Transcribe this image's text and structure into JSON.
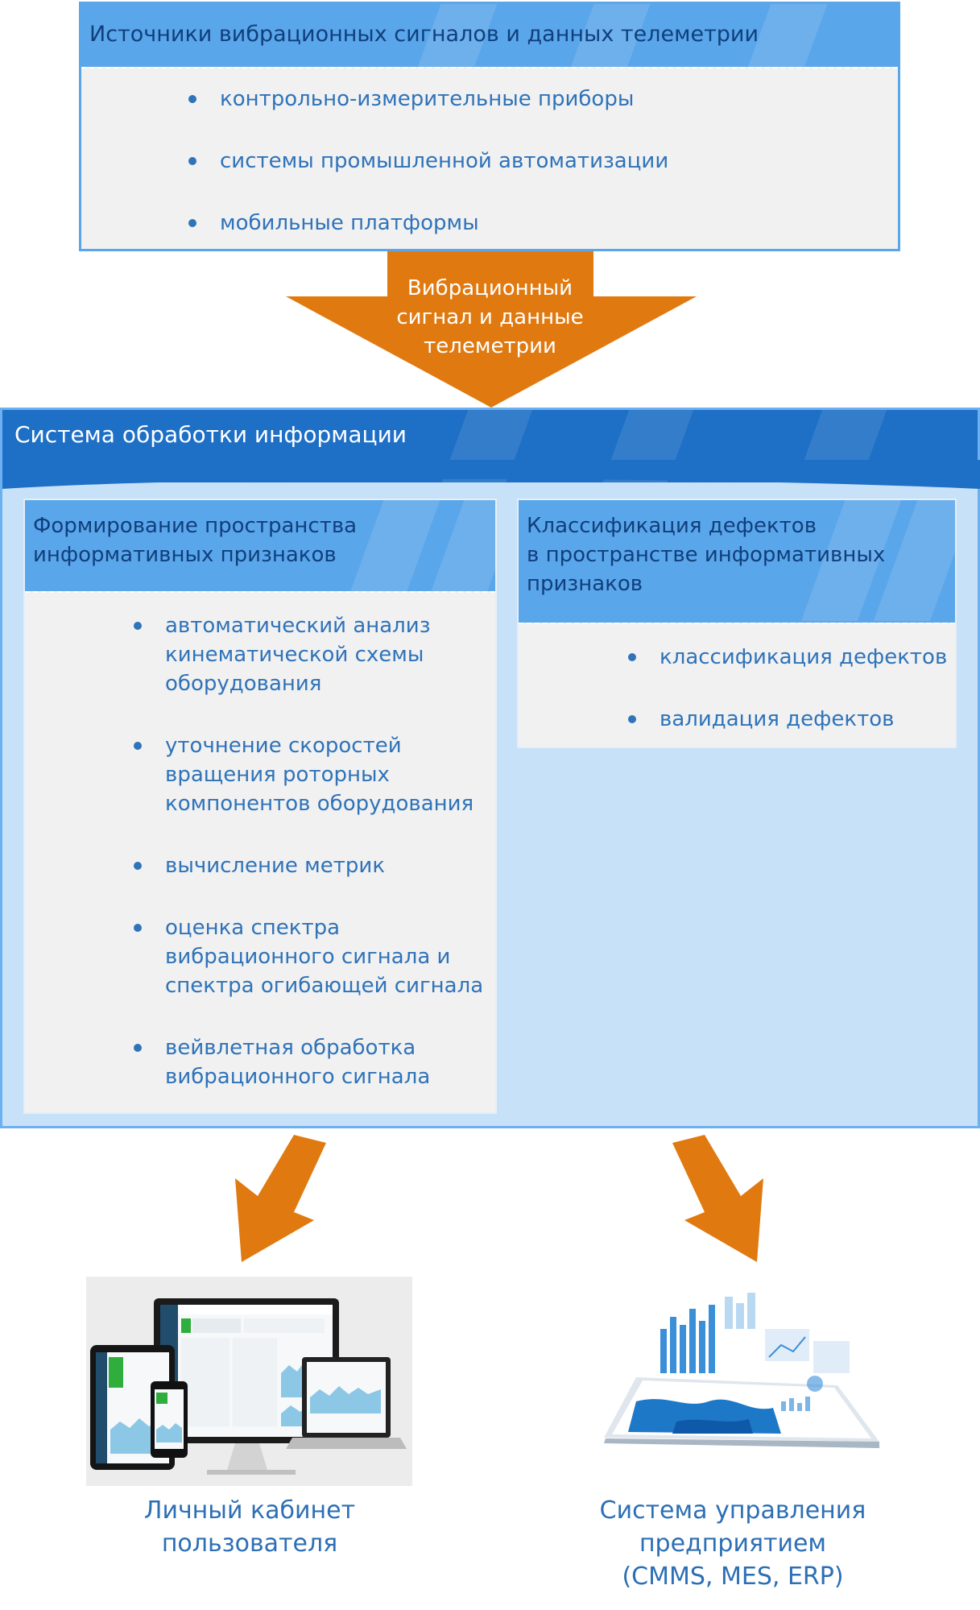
{
  "sources": {
    "title": "Источники вибрационных сигналов и данных телеметрии",
    "items": [
      "контрольно-измерительные приборы",
      "системы промышленной автоматизации",
      "мобильные платформы"
    ]
  },
  "arrow_top": {
    "line1": "Вибрационный",
    "line2": "сигнал и данные",
    "line3": "телеметрии"
  },
  "processing": {
    "title": "Система обработки информации",
    "left_card": {
      "title_line1": "Формирование пространства",
      "title_line2": "информативных признаков",
      "items": [
        [
          "автоматический анализ",
          "кинематической схемы",
          "оборудования"
        ],
        [
          "уточнение скоростей",
          "вращения роторных",
          "компонентов оборудования"
        ],
        [
          "вычисление метрик"
        ],
        [
          "оценка спектра",
          "вибрационного сигнала и",
          "спектра огибающей сигнала"
        ],
        [
          "вейвлетная обработка",
          "вибрационного сигнала"
        ]
      ]
    },
    "right_card": {
      "title_line1": "Классификация дефектов",
      "title_line2": "в пространстве информативных",
      "title_line3": "признаков",
      "items": [
        "классификация дефектов",
        "валидация дефектов"
      ]
    }
  },
  "outputs": {
    "left_caption_line1": "Личный кабинет",
    "left_caption_line2": "пользователя",
    "right_caption_line1": "Система управления",
    "right_caption_line2": "предприятием",
    "right_caption_line3": "(CMMS, MES, ERP)"
  },
  "colors": {
    "header_light": "#5aa6ea",
    "header_dark": "#1e6fc6",
    "panel_bg": "#c7e1f8",
    "card_bg": "#f1f1f1",
    "arrow": "#e07a10",
    "text_blue": "#2f73b9"
  }
}
